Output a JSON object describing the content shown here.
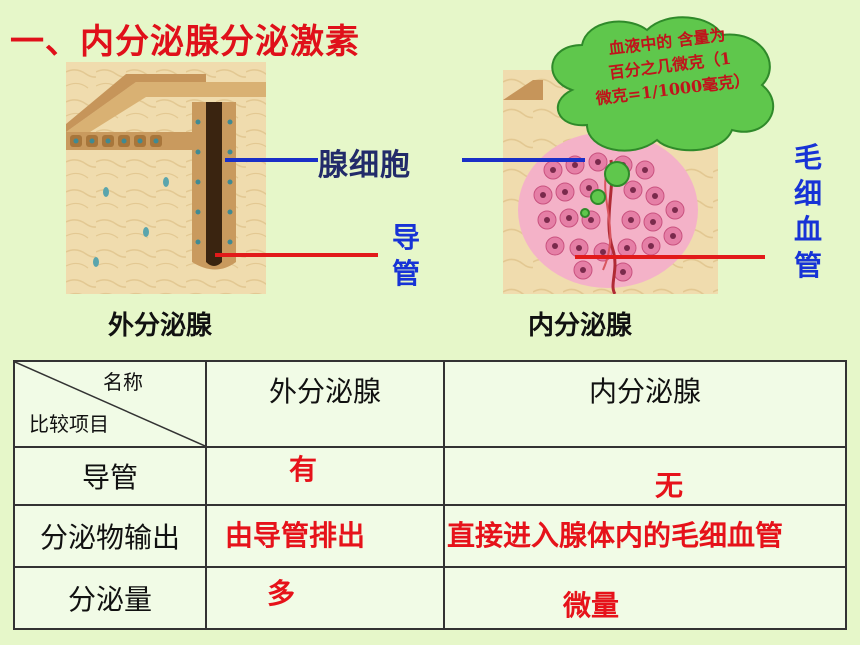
{
  "title": "一、内分泌腺分泌激素",
  "bubble_text": [
    "血液中的 含量为",
    "百分之几微克（1",
    "微克=1/1000毫克）"
  ],
  "diagram": {
    "gland_cell_label": "腺细胞",
    "duct_label_chars": [
      "导",
      "管"
    ],
    "capillary_label_chars": [
      "毛",
      "细",
      "血",
      "管"
    ],
    "left_caption": "外分泌腺",
    "right_caption": "内分泌腺"
  },
  "table": {
    "header_corner_top": "名称",
    "header_corner_bottom": "比较项目",
    "col1": "外分泌腺",
    "col2": "内分泌腺",
    "rows": [
      {
        "item": "导管",
        "exo": "有",
        "endo": "无"
      },
      {
        "item": "分泌物输出",
        "exo": "由导管排出",
        "endo": "直接进入腺体内的毛细血管"
      },
      {
        "item": "分泌量",
        "exo": "多",
        "endo": "微量"
      }
    ]
  },
  "colors": {
    "background": "#e6f7c9",
    "title": "#e0101a",
    "answer": "#e6121a",
    "label_blue": "#1733d6"
  }
}
